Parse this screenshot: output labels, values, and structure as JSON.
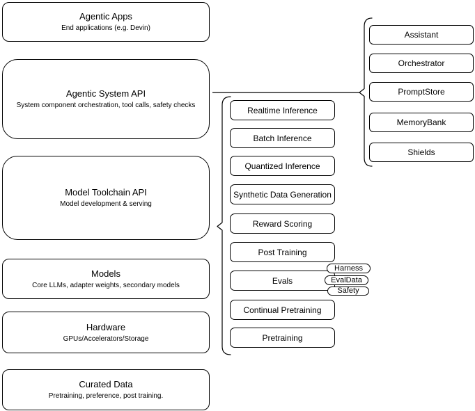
{
  "diagram_title": "Agentic system architecture stack",
  "colors": {
    "background": "#ffffff",
    "node_fill": "#ffffff",
    "stroke": "#000000",
    "text": "#000000"
  },
  "stack": [
    {
      "title": "Agentic Apps",
      "subtitle": "End applications (e.g. Devin)"
    },
    {
      "title": "Agentic System API",
      "subtitle": "System component orchestration, tool calls, safety checks"
    },
    {
      "title": "Model Toolchain API",
      "subtitle": "Model development & serving"
    },
    {
      "title": "Models",
      "subtitle": "Core LLMs, adapter weights, secondary models"
    },
    {
      "title": "Hardware",
      "subtitle": "GPUs/Accelerators/Storage"
    },
    {
      "title": "Curated Data",
      "subtitle": "Pretraining, preference, post training."
    }
  ],
  "toolchain_items": [
    "Realtime Inference",
    "Batch Inference",
    "Quantized Inference",
    "Synthetic Data Generation",
    "Reward Scoring",
    "Post Training",
    "Evals",
    "Continual Pretraining",
    "Pretraining"
  ],
  "evals_tags": [
    "Harness",
    "EvalData",
    "Safety"
  ],
  "system_components": [
    "Assistant",
    "Orchestrator",
    "PromptStore",
    "MemoryBank",
    "Shields"
  ]
}
